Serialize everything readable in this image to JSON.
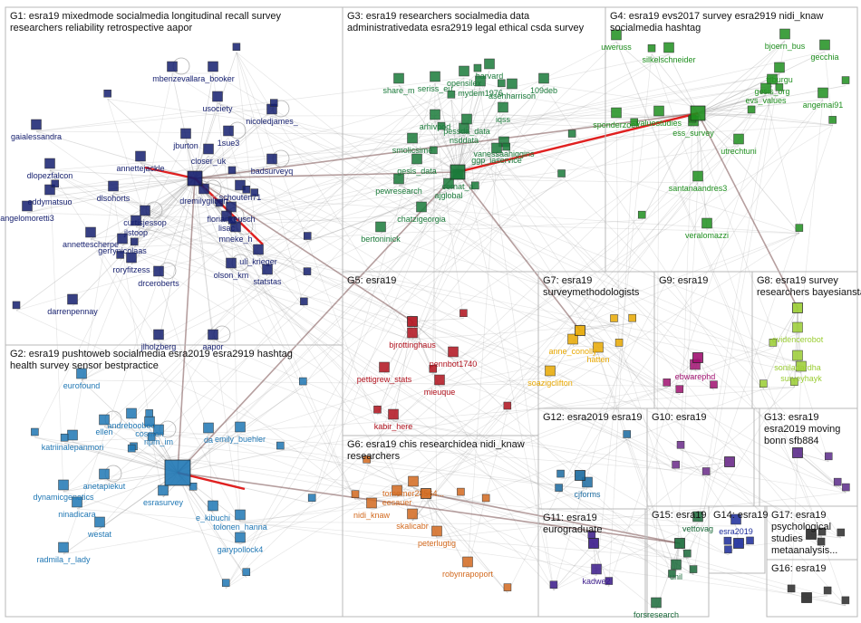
{
  "graph": {
    "groups": [
      {
        "id": "G1",
        "title_lines": [
          "G1: esra19 mixedmode socialmedia longitudinal recall survey",
          "researchers reliability retrospective aapor"
        ],
        "color": "#141e6e"
      },
      {
        "id": "G2",
        "title_lines": [
          "G2: esra19 pushtoweb socialmedia esra2019 esra2919 hashtag",
          "health survey sensor bestpractice"
        ],
        "color": "#1f77b4"
      },
      {
        "id": "G3",
        "title_lines": [
          "G3: esra19 researchers socialmedia data",
          "administrativedata esra2919 legal ethical csda survey"
        ],
        "color": "#1a7a3a"
      },
      {
        "id": "G4",
        "title_lines": [
          "G4: esra19 evs2017 survey esra2919 nidi_knaw",
          "socialmedia hashtag"
        ],
        "color": "#1f8f1f"
      },
      {
        "id": "G5",
        "title_lines": [
          "G5: esra19"
        ],
        "color": "#b0101c"
      },
      {
        "id": "G6",
        "title_lines": [
          "G6: esra19 chis researchidea nidi_knaw",
          "researchers"
        ],
        "color": "#d2691e"
      },
      {
        "id": "G7",
        "title_lines": [
          "G7: esra19",
          "surveymethodologists"
        ],
        "color": "#e8a800"
      },
      {
        "id": "G8",
        "title_lines": [
          "G8: esra19 survey",
          "researchers bayesianstatistics"
        ],
        "color": "#9acd32"
      },
      {
        "id": "G9",
        "title_lines": [
          "G9: esra19"
        ],
        "color": "#a01070"
      },
      {
        "id": "G10",
        "title_lines": [
          "G10: esra19"
        ],
        "color": "#6a2a8a"
      },
      {
        "id": "G11",
        "title_lines": [
          "G11: esra19",
          "eurograduate"
        ],
        "color": "#3a1a8a"
      },
      {
        "id": "G12",
        "title_lines": [
          "G12: esra2019 esra19"
        ],
        "color": "#1a6aa0"
      },
      {
        "id": "G13",
        "title_lines": [
          "G13: esra19",
          "esra2019 moving",
          "bonn sfb884"
        ],
        "color": "#5a2a8a"
      },
      {
        "id": "G14",
        "title_lines": [
          "G14: esra19"
        ],
        "color": "#1a2a9a"
      },
      {
        "id": "G15",
        "title_lines": [
          "G15: esra19"
        ],
        "color": "#1a6a3a"
      },
      {
        "id": "G16",
        "title_lines": [
          "G16: esra19"
        ],
        "color": "#2a2a2a"
      },
      {
        "id": "G17",
        "title_lines": [
          "G17: esra19",
          "psychological",
          "studies",
          "metaanalysis..."
        ],
        "color": "#2a2a2a"
      }
    ],
    "labels": {
      "G1": [
        "mbenzeval",
        "lara_booker",
        "usociety",
        "nicoledjames_",
        "gaialessandra",
        "jburton",
        "1sue3",
        "closer_uk",
        "annettejackle",
        "badsurveyq",
        "dlopezfalcon",
        "eddymatsuo",
        "dremilygilbert",
        "schouten71",
        "dlsohorts",
        "curtisjessop",
        "floriankeusch",
        "angelomoretti3",
        "lisac",
        "annettescherpe",
        "jlstoop",
        "mneke_h",
        "gerrynicolaas",
        "uli_krieger",
        "olson_km",
        "roryfitzess",
        "statstas",
        "drceroberts",
        "darrenpennay",
        "jlholzberg",
        "aapor"
      ],
      "G2": [
        "eurofound",
        "andrebooboo",
        "ellen",
        "cosmon",
        "katriinalepanmori",
        "npm_im",
        "da",
        "emily_buehler",
        "anetapiekut",
        "dynamicgenetics",
        "ninadicara",
        "esrasurvey",
        "e_kibuchi",
        "tolonen_hanna",
        "westat",
        "garypollock4",
        "radmila_r_lady"
      ],
      "G3": [
        "harvard",
        "opensilex",
        "share_m",
        "seriss_eu",
        "mydem1976",
        "asehharrison",
        "109deb",
        "iqss",
        "arhivpod",
        "nsddata",
        "pessda_data",
        "smolicsime",
        "gesis_data",
        "vanessaahiggins",
        "ggp_iaservice",
        "pewresearch",
        "cernat_a",
        "ajglobal",
        "chatzigeorgia",
        "bertoninick"
      ],
      "G4": [
        "uweruss",
        "bjoern_bus",
        "gecchia",
        "silkelschneider",
        "tilburgu",
        "gesis_org",
        "evs_values",
        "angemai91",
        "valuestudies",
        "sponderzoek",
        "ess_survey",
        "utrechtuni",
        "santanaandres3",
        "veralomazzi"
      ],
      "G5": [
        "bjrottinghaus",
        "pennbot1740",
        "pettigrew_stats",
        "mieuque",
        "kabir_here"
      ],
      "G6": [
        "tomemer28564...",
        "eesauer",
        "nidi_knaw",
        "skalicabr",
        "peterlugtig",
        "robynrapoport"
      ],
      "G7": [
        "anne_conolly",
        "hatten",
        "soazigclifton"
      ],
      "G8": [
        "evidencerobot",
        "soniladardha",
        "surveyhayk"
      ],
      "G9": [
        "ebwarephd"
      ],
      "G11": [
        "kadwe2"
      ],
      "G12": [
        "cjforms"
      ],
      "G14": [
        "esra2019"
      ],
      "G15": [
        "vettovag",
        "unil",
        "forsresearch"
      ]
    }
  }
}
